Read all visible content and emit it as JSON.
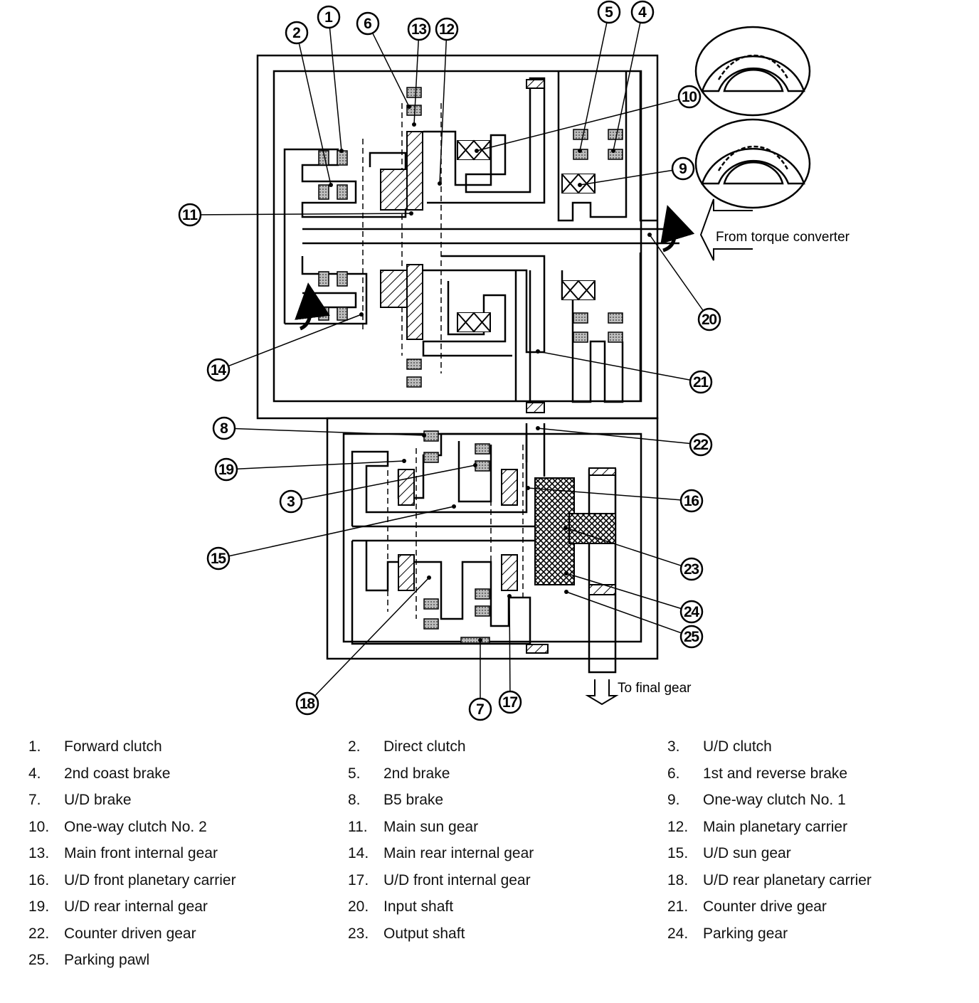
{
  "diagram": {
    "callouts": [
      "1",
      "2",
      "3",
      "4",
      "5",
      "6",
      "7",
      "8",
      "9",
      "10",
      "11",
      "12",
      "13",
      "14",
      "15",
      "16",
      "17",
      "18",
      "19",
      "20",
      "21",
      "22",
      "23",
      "24",
      "25"
    ],
    "notes": {
      "from_torque_converter": "From torque converter",
      "to_final_gear": "To final gear"
    }
  },
  "legend": [
    {
      "num": "1.",
      "label": "Forward clutch"
    },
    {
      "num": "2.",
      "label": "Direct clutch"
    },
    {
      "num": "3.",
      "label": "U/D clutch"
    },
    {
      "num": "4.",
      "label": "2nd coast brake"
    },
    {
      "num": "5.",
      "label": "2nd brake"
    },
    {
      "num": "6.",
      "label": "1st and reverse brake"
    },
    {
      "num": "7.",
      "label": "U/D brake"
    },
    {
      "num": "8.",
      "label": "B5 brake"
    },
    {
      "num": "9.",
      "label": "One-way clutch No. 1"
    },
    {
      "num": "10.",
      "label": "One-way clutch No. 2"
    },
    {
      "num": "11.",
      "label": "Main sun gear"
    },
    {
      "num": "12.",
      "label": "Main planetary carrier"
    },
    {
      "num": "13.",
      "label": "Main front internal gear"
    },
    {
      "num": "14.",
      "label": "Main rear internal gear"
    },
    {
      "num": "15.",
      "label": "U/D sun gear"
    },
    {
      "num": "16.",
      "label": "U/D front planetary carrier"
    },
    {
      "num": "17.",
      "label": "U/D front internal gear"
    },
    {
      "num": "18.",
      "label": "U/D rear planetary carrier"
    },
    {
      "num": "19.",
      "label": "U/D rear internal gear"
    },
    {
      "num": "20.",
      "label": "Input shaft"
    },
    {
      "num": "21.",
      "label": "Counter drive gear"
    },
    {
      "num": "22.",
      "label": "Counter driven gear"
    },
    {
      "num": "23.",
      "label": "Output shaft"
    },
    {
      "num": "24.",
      "label": "Parking gear"
    },
    {
      "num": "25.",
      "label": "Parking pawl"
    }
  ]
}
